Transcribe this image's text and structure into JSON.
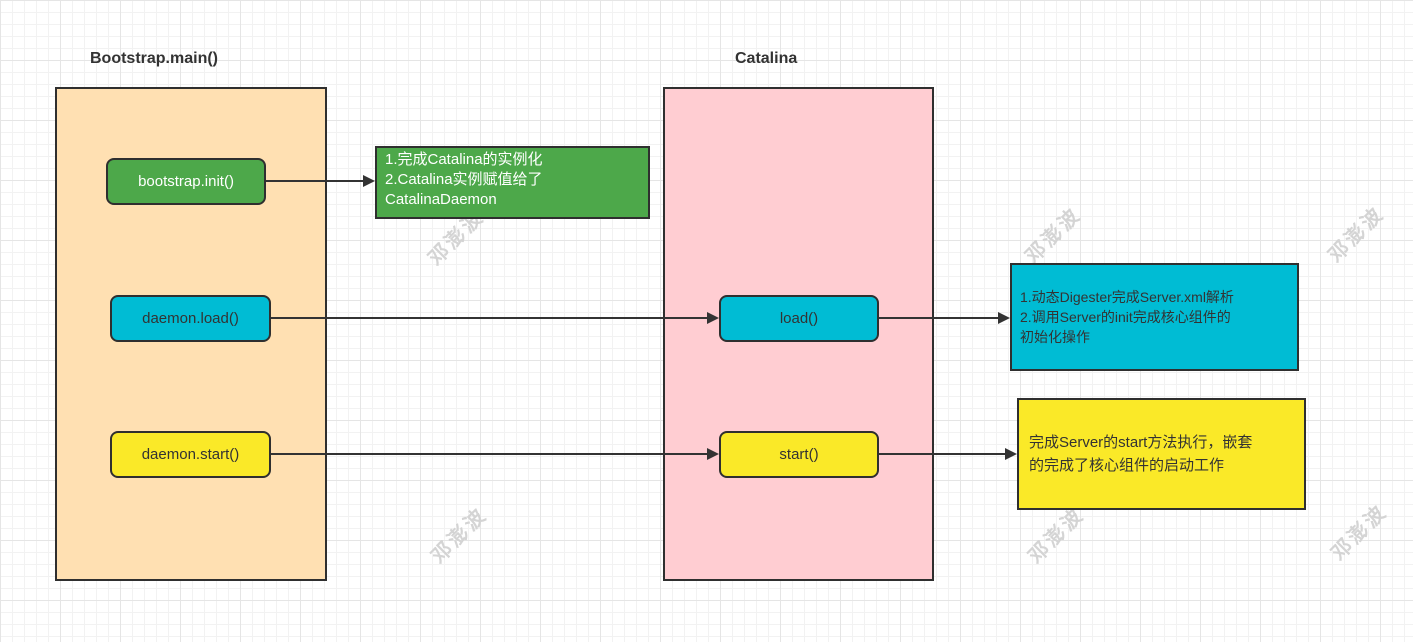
{
  "watermark": "邓澎波",
  "colors": {
    "green": "#4da84a",
    "cyan": "#00bcd4",
    "yellow": "#fae928",
    "orange_container": "#ffe0b2",
    "pink_container": "#ffcdd2",
    "border": "#2f2f2f",
    "arrow": "#333333",
    "grid_minor": "#f2f2f2",
    "grid_major": "#e5e5e5"
  },
  "bootstrap_panel": {
    "title": "Bootstrap.main()",
    "init_label": "bootstrap.init()",
    "load_label": "daemon.load()",
    "start_label": "daemon.start()"
  },
  "catalina_panel": {
    "title": "Catalina",
    "load_label": "load()",
    "start_label": "start()"
  },
  "notes": {
    "init": "1.完成Catalina的实例化\n2.Catalina实例赋值给了\nCatalinaDaemon",
    "load": "1.动态Digester完成Server.xml解析\n2.调用Server的init完成核心组件的\n初始化操作",
    "start": "完成Server的start方法执行，嵌套\n的完成了核心组件的启动工作"
  }
}
